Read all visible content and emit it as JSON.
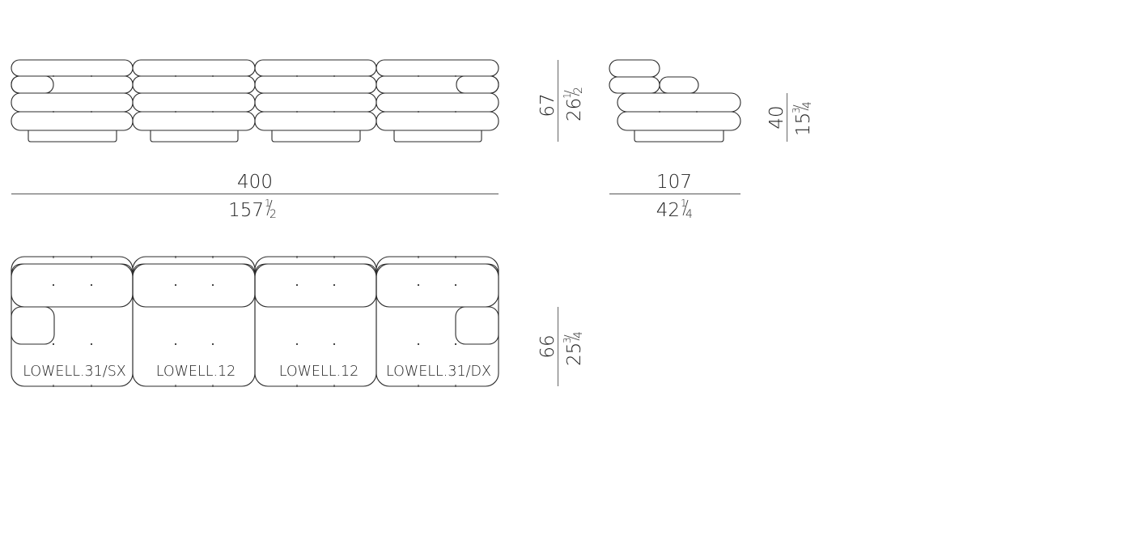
{
  "front_view": {
    "width_cm": "400",
    "width_in_whole": "157",
    "width_in_frac_num": "1",
    "width_in_frac_den": "2",
    "height_cm": "67",
    "height_in_whole": "26",
    "height_in_frac_num": "1",
    "height_in_frac_den": "2"
  },
  "side_view": {
    "depth_cm": "107",
    "depth_in_whole": "42",
    "depth_in_frac_num": "1",
    "depth_in_frac_den": "4",
    "seat_height_cm": "40",
    "seat_height_in_whole": "15",
    "seat_height_in_frac_num": "3",
    "seat_height_in_frac_den": "4"
  },
  "plan_view": {
    "modules": [
      "LOWELL.31/SX",
      "LOWELL.12",
      "LOWELL.12",
      "LOWELL.31/DX"
    ],
    "depth_cm": "66",
    "depth_in_whole": "25",
    "depth_in_frac_num": "3",
    "depth_in_frac_den": "4"
  }
}
